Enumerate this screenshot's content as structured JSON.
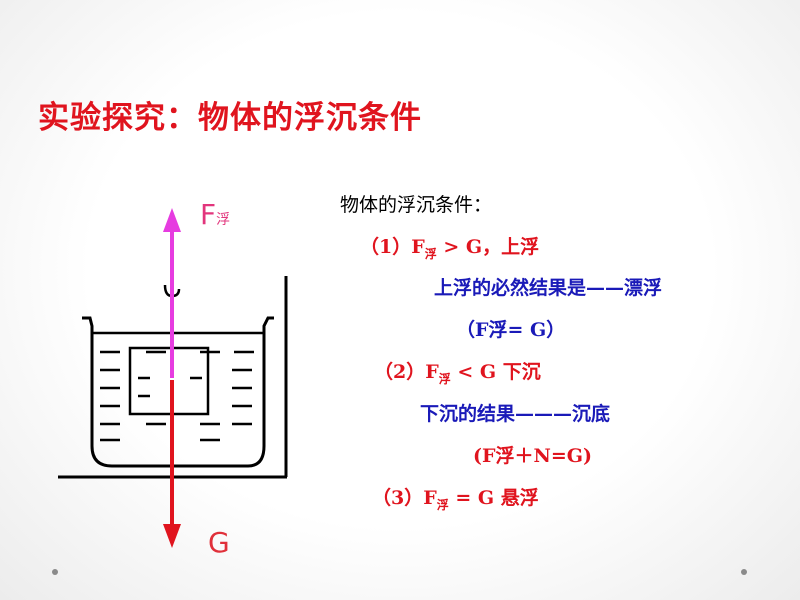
{
  "title": "实验探究：物体的浮沉条件",
  "diagram": {
    "buoyancy_label": "F",
    "buoyancy_sub": "浮",
    "gravity_label": "G",
    "colors": {
      "buoyancy_arrow": "#e63ce0",
      "gravity_arrow": "#e0141e",
      "label_pink": "#e2357c"
    }
  },
  "conditions": {
    "heading": "物体的浮沉条件：",
    "c1": {
      "num": "（1）",
      "f": "F",
      "sub": "浮",
      "rel": " > G，",
      "result": "上浮"
    },
    "c1_note": "上浮的必然结果是——漂浮",
    "c1_formula": "（F浮= G）",
    "c2": {
      "num": "（2）",
      "f": "F",
      "sub": "浮",
      "rel": " < G ",
      "result": "下沉"
    },
    "c2_note": "下沉的结果———沉底",
    "c2_formula": "(F浮＋N=G)",
    "c3": {
      "num": "（3）",
      "f": "F",
      "sub": "浮",
      "rel": " = G ",
      "result": "悬浮"
    }
  },
  "colors": {
    "title": "#e0141e",
    "red_text": "#e0141e",
    "blue_text": "#1a1ab8"
  }
}
